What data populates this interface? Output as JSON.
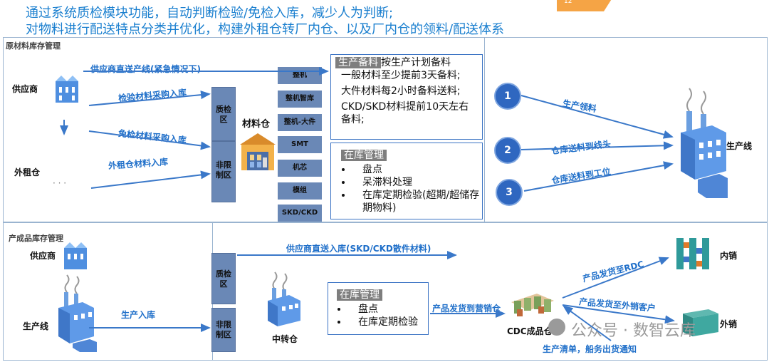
{
  "header": {
    "line1": "通过系统质检模块功能，自动判断检验/免检入库，减少人为判断;",
    "line2": "对物料进行配送特点分类并优化，构建外租仓转厂内仓、以及厂内仓的领料/配送体系",
    "page_badge": "12"
  },
  "raw": {
    "title": "原材料库存管理",
    "supplier": "供应商",
    "external_wh": "外租仓",
    "dots": "· · ·",
    "direct_line": "供应商直送产线(紧急情况下)",
    "inspect_in": "检验材料采购入库",
    "exempt_in": "免检材料采购入库",
    "external_in": "外租仓材料入库",
    "qc_zone": "质检\n区",
    "free_zone": "非限\n制区",
    "material_wh": "材料仓",
    "categories": [
      "整机",
      "整机智库",
      "整机-大件",
      "SMT",
      "机芯",
      "模组",
      "SKD/CKD"
    ],
    "prep_title": "生产备料",
    "prep_lines": [
      "按生产计划备料",
      "一般材料至少提前3天备料;",
      "大件材料每2小时备料送料;",
      "CKD/SKD材料提前10天左右备料;"
    ],
    "stock_title": "在库管理",
    "stock_items": [
      "盘点",
      "呆滞料处理",
      "在库定期检验(超期/超储存期物料)"
    ],
    "steps": [
      {
        "num": "1",
        "label": "生产领料"
      },
      {
        "num": "2",
        "label": "仓库送料到线头"
      },
      {
        "num": "3",
        "label": "仓库送料到工位"
      }
    ],
    "production_line": "生产线"
  },
  "finished": {
    "title": "产成品库存管理",
    "supplier": "供应商",
    "production_line": "生产线",
    "production_in": "生产入库",
    "direct_in": "供应商直送入库(SKD/CKD散件材料)",
    "qc_zone": "质检\n区",
    "free_zone": "非限\n制区",
    "transfer_wh": "中转仓",
    "stock_title": "在库管理",
    "stock_items": [
      "盘点",
      "在库定期检验"
    ],
    "to_sales_wh": "产品发货到营销仓",
    "cdc": "CDC成品仓",
    "to_rdc": "产品发货至RDC",
    "to_export_customer": "产品发货至外销客户",
    "domestic": "内销",
    "export": "外销",
    "notice": "生产清单，船务出货通知"
  },
  "watermark": "公众号 · 数智云库"
}
